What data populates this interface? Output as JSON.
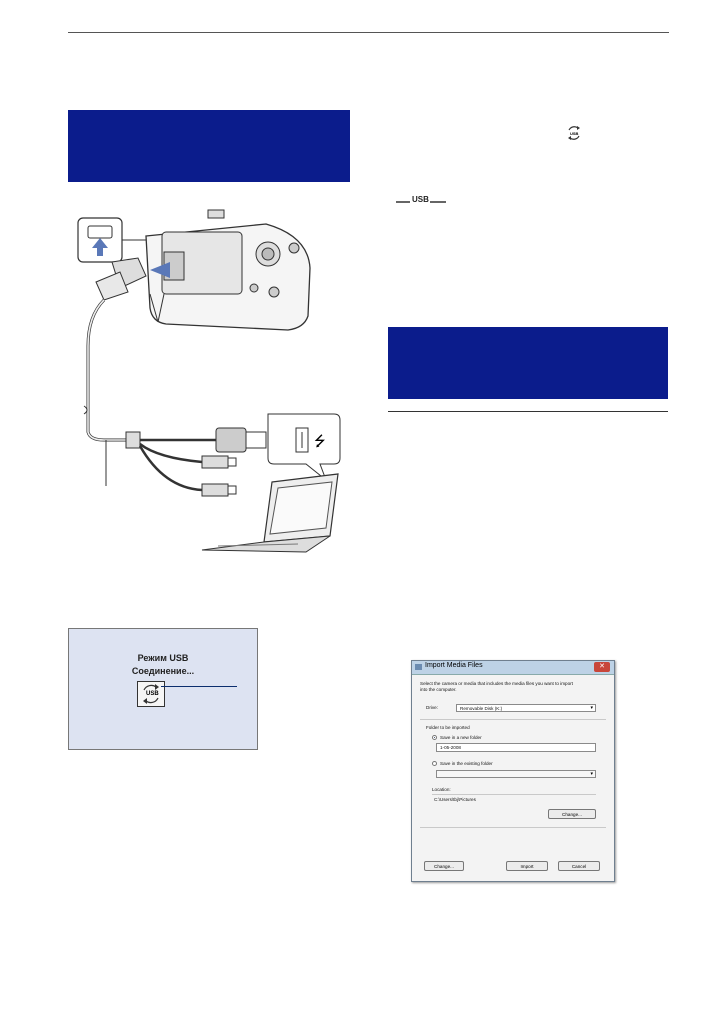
{
  "lcd": {
    "line1": "Режим USB",
    "line2": "Соединение...",
    "icon_label": "USB"
  },
  "usb_badge": "USB",
  "dialog": {
    "title": "Import Media Files",
    "prompt_line1": "Select the camera or media that includes the media files you want to import",
    "prompt_line2": "into the computer.",
    "drive_label": "Drive:",
    "drive_value": "Removable Disk (K:)",
    "folder_section": "Folder to be imported",
    "radio_new": "Save in a new folder",
    "new_folder_value": "1-05-2008",
    "radio_existing": "Save in the existing folder",
    "location_label": "Location:",
    "location_value": "C:\\Users\\tbj\\Pictures",
    "change_inner": "Change...",
    "change_bottom": "Change...",
    "import": "Import",
    "cancel": "Cancel"
  }
}
